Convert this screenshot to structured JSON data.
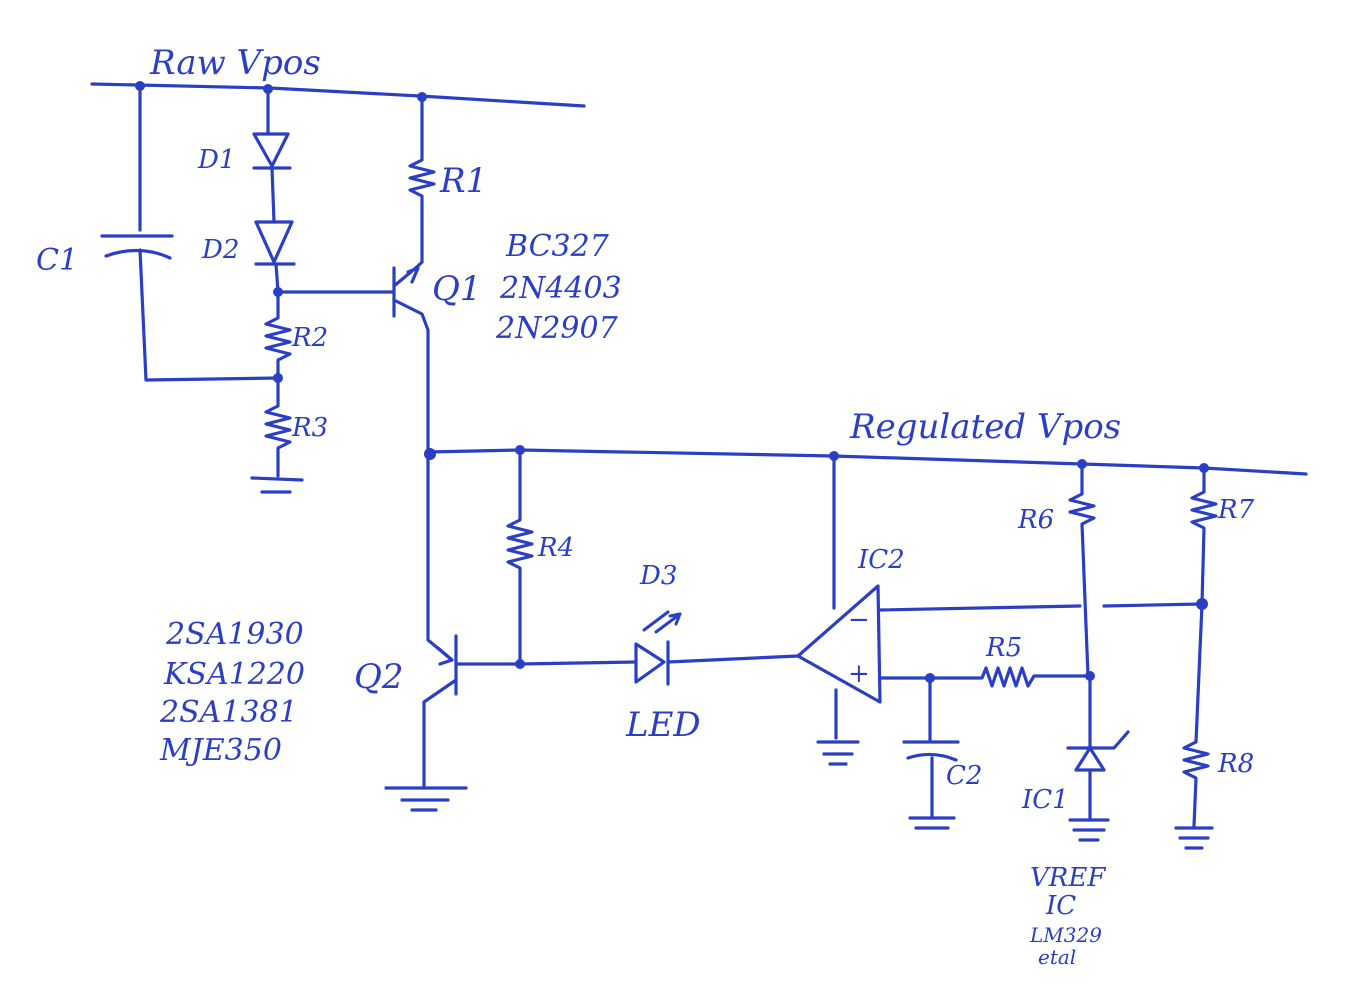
{
  "rails": {
    "raw": "Raw Vpos",
    "regulated": "Regulated Vpos"
  },
  "components": {
    "c1": "C1",
    "c2": "C2",
    "d1": "D1",
    "d2": "D2",
    "d3": "D3",
    "d3_type": "LED",
    "r1": "R1",
    "r2": "R2",
    "r3": "R3",
    "r4": "R4",
    "r5": "R5",
    "r6": "R6",
    "r7": "R7",
    "r8": "R8",
    "q1": "Q1",
    "q2": "Q2",
    "ic1": "IC1",
    "ic2": "IC2",
    "opamp_minus": "−",
    "opamp_plus": "+"
  },
  "q1_parts": [
    "BC327",
    "2N4403",
    "2N2907"
  ],
  "q2_parts": [
    "2SA1930",
    "KSA1220",
    "2SA1381",
    "MJE350"
  ],
  "vref_note": {
    "line1": "VREF",
    "line2": "IC",
    "line3": "LM329",
    "line4": "etal"
  },
  "colors": {
    "ink": "#2a3fc4",
    "paper": "#ffffff"
  }
}
